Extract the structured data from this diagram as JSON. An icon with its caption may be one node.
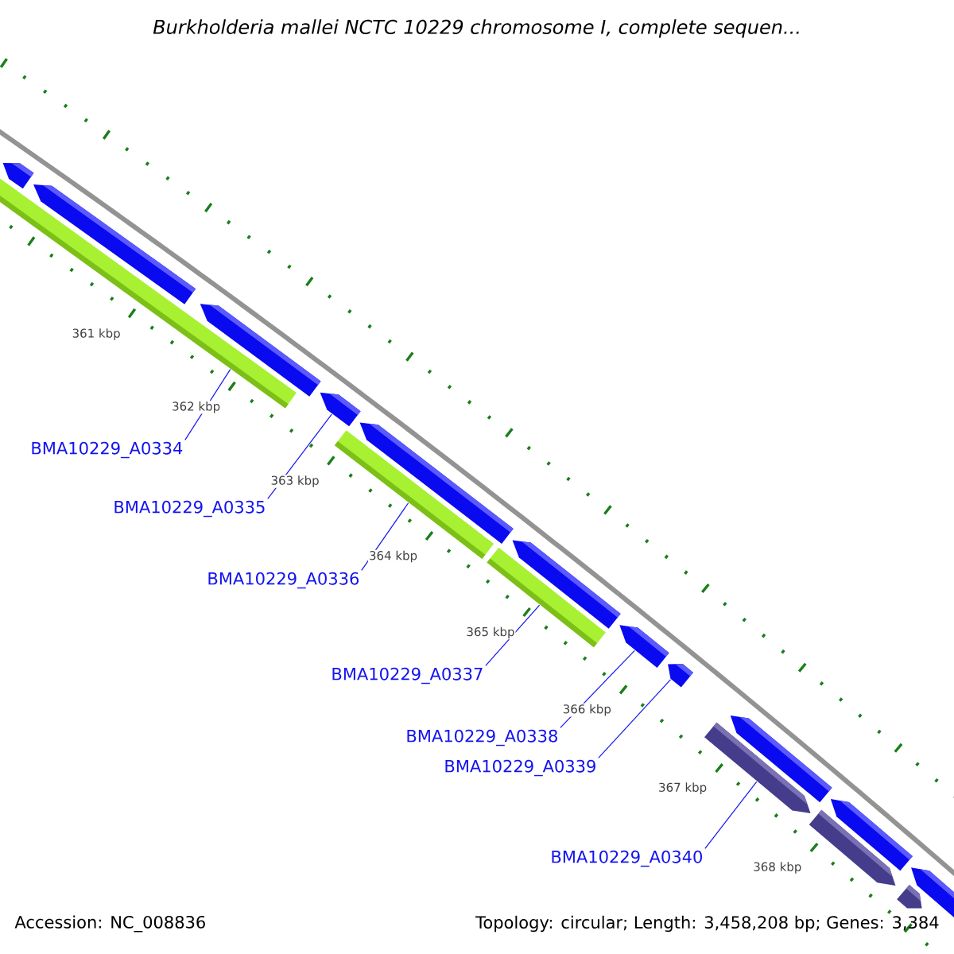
{
  "diagram": {
    "title": "Burkholderia mallei NCTC 10229 chromosome I, complete sequen...",
    "nodes": [
      {
        "text": [],
        "shape": "arrow"
      },
      {
        "text": [],
        "shape": "bar"
      },
      {
        "text": [],
        "shape": "arrow"
      },
      {
        "text": [],
        "shape": "arrow"
      },
      {
        "text": [],
        "shape": "arrow"
      },
      {
        "text": [],
        "shape": "bar"
      },
      {
        "text": [],
        "shape": "arrow"
      },
      {
        "text": [],
        "shape": "bar"
      },
      {
        "text": [],
        "shape": "arrow"
      },
      {
        "text": [],
        "shape": "arrow"
      },
      {
        "text": [],
        "shape": "arrow"
      },
      {
        "text": [],
        "shape": "arrow"
      },
      {
        "text": [],
        "shape": "arrow"
      },
      {
        "text": [],
        "shape": "arrow"
      },
      {
        "text": [],
        "shape": "arrow"
      },
      {
        "text": [],
        "shape": "arrow"
      },
      {
        "text": [],
        "shape": "arrow"
      },
      {
        "text": [
          "BMA10229_A0334"
        ]
      },
      {
        "text": [
          "BMA10229_A0335"
        ]
      },
      {
        "text": [
          "BMA10229_A0336"
        ]
      },
      {
        "text": [
          "BMA10229_A0337"
        ]
      },
      {
        "text": [
          "BMA10229_A0338"
        ]
      },
      {
        "text": [
          "BMA10229_A0339"
        ]
      },
      {
        "text": [
          "BMA10229_A0340"
        ]
      }
    ],
    "edges": [
      {
        "from": 17,
        "to": 1,
        "arrow": "none"
      },
      {
        "from": 18,
        "to": 4,
        "arrow": "none"
      },
      {
        "from": 19,
        "to": 5,
        "arrow": "none"
      },
      {
        "from": 20,
        "to": 7,
        "arrow": "none"
      },
      {
        "from": 21,
        "to": 9,
        "arrow": "none"
      },
      {
        "from": 22,
        "to": 10,
        "arrow": "none"
      },
      {
        "from": 23,
        "to": 11,
        "arrow": "none"
      }
    ],
    "labels": [
      "361 kbp",
      "362 kbp",
      "363 kbp",
      "364 kbp",
      "365 kbp",
      "366 kbp",
      "367 kbp",
      "368 kbp",
      "Accession: NC_008836",
      "Topology: circular; Length: 3,458,208 bp; Genes: 3,384"
    ]
  }
}
